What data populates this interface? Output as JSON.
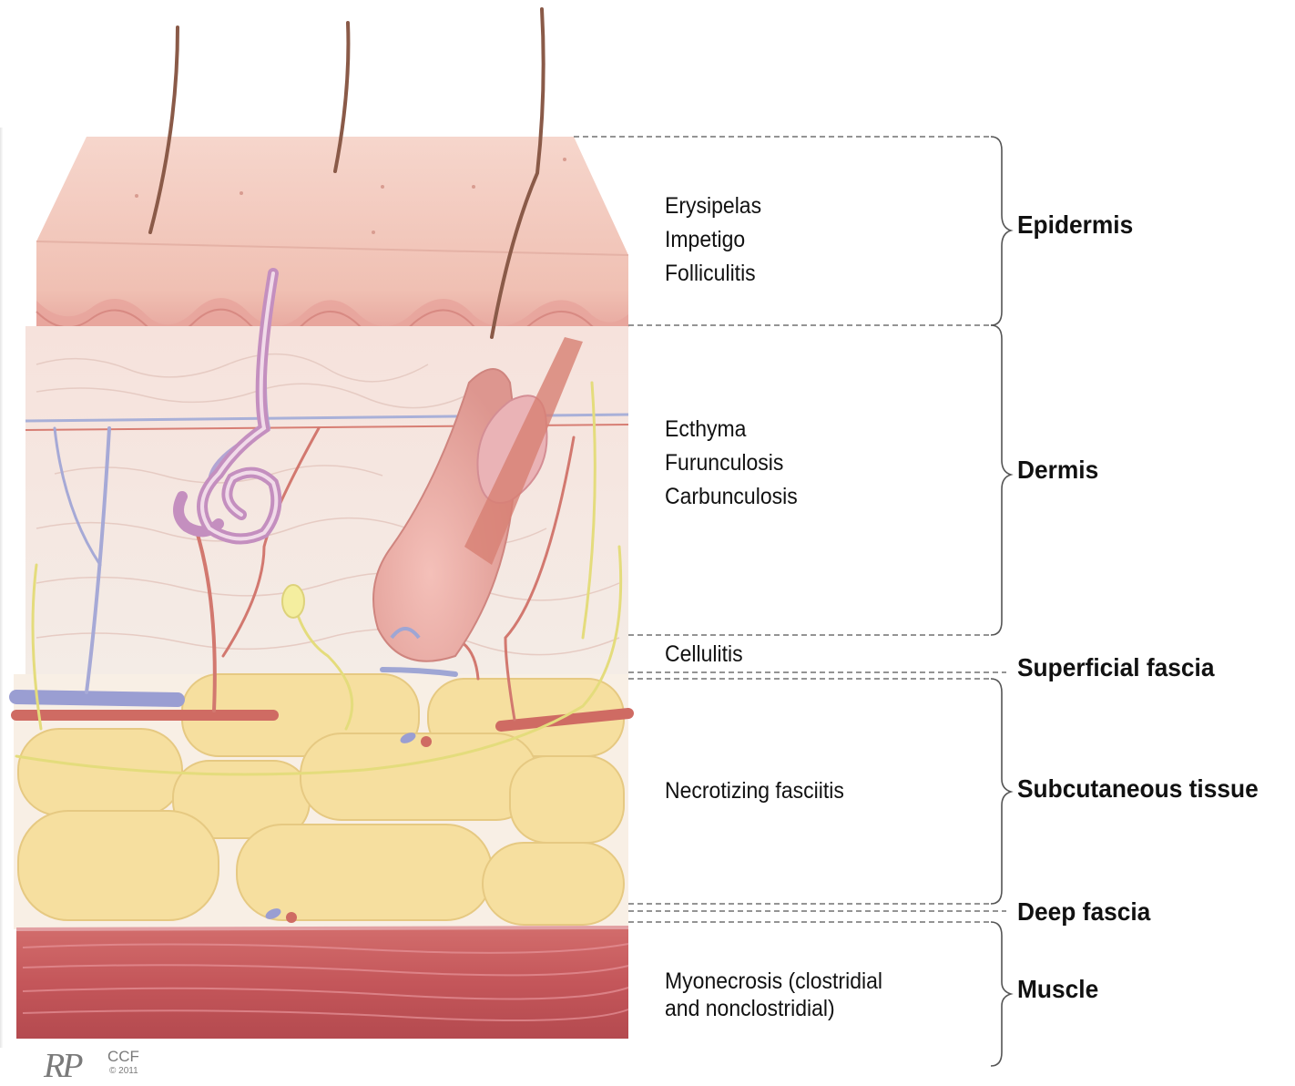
{
  "groups": [
    {
      "layer": "Epidermis",
      "infections": [
        "Erysipelas",
        "Impetigo",
        "Folliculitis"
      ]
    },
    {
      "layer": "Dermis",
      "infections": [
        "Ecthyma",
        "Furunculosis",
        "Carbunculosis"
      ]
    },
    {
      "layer": "Superficial fascia",
      "infections": [
        "Cellulitis"
      ]
    },
    {
      "layer": "Subcutaneous tissue",
      "infections": [
        "Necrotizing fasciitis"
      ]
    },
    {
      "layer": "Deep fascia",
      "infections": []
    },
    {
      "layer": "Muscle",
      "infections": [
        "Myonecrosis (clostridial",
        "and nonclostridial)"
      ]
    }
  ],
  "credit": {
    "initials": "RP",
    "org": "CCF",
    "year": "© 2011"
  },
  "colors": {
    "epidermis": "#f3c9bd",
    "dermis": "#f7e8e3",
    "fat": "#f6df9f",
    "muscle": "#c6575b",
    "artery": "#cf6b63",
    "vein": "#9a9ed2",
    "nerve": "#e4dc7c",
    "hair": "#8a5a48",
    "guide_line": "#555555"
  }
}
